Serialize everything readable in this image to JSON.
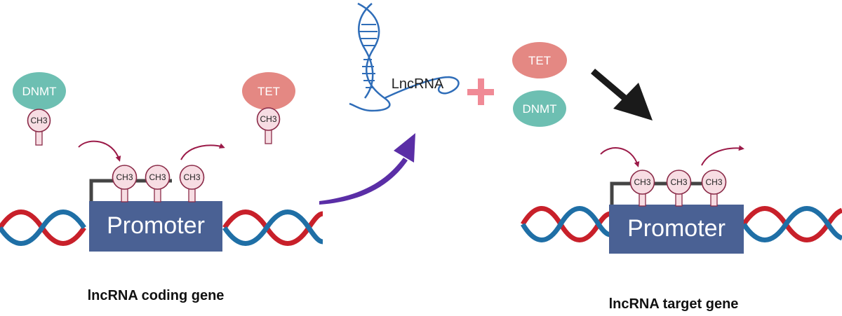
{
  "labels": {
    "dnmt": "DNMT",
    "tet": "TET",
    "ch3": "CH3",
    "promoter": "Promoter",
    "lncrna": "LncRNA",
    "caption_left": "lncRNA coding gene",
    "caption_right": "lncRNA target gene"
  },
  "colors": {
    "dnmt": "#6dbfb2",
    "tet": "#e48883",
    "promoter": "#4a6194",
    "strand_red": "#c8202a",
    "strand_blue": "#1f6fa6",
    "ch3_fill": "#f7dde3",
    "ch3_stroke": "#8a2b48",
    "curve_arrow": "#9b1a48",
    "purple_arrow": "#5a2ea6",
    "black_arrow": "#1a1a1a",
    "plus": "#f08a96",
    "lncrna": "#2f6db8"
  }
}
